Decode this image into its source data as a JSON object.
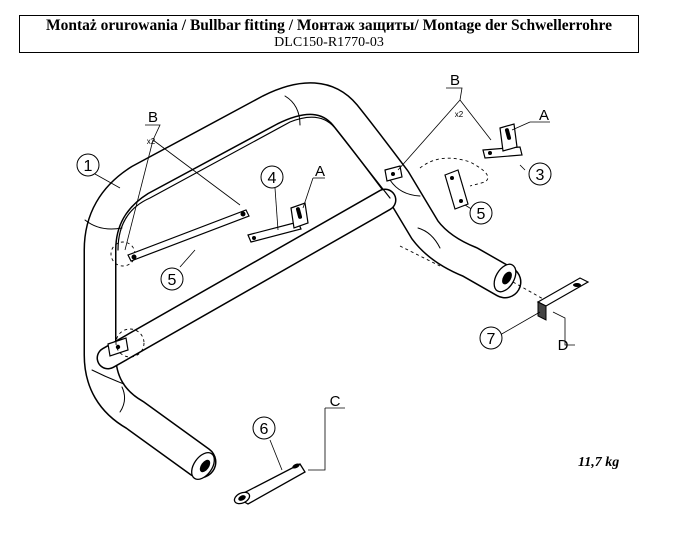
{
  "header": {
    "title": "Montaż orurowania / Bullbar fitting / Монтаж защиты/ Montage der Schwellerrohre",
    "code": "DLC150-R1770-03"
  },
  "weight": "11,7 kg",
  "callouts": {
    "c1": "1",
    "c3": "3",
    "c4": "4",
    "c5a": "5",
    "c5b": "5",
    "c6": "6",
    "c7": "7"
  },
  "letters": {
    "A1": "A",
    "A2": "A",
    "B1": "B",
    "B2": "B",
    "C": "C",
    "D": "D"
  },
  "multipliers": {
    "x2_left": "x2",
    "x2_right": "x2"
  }
}
